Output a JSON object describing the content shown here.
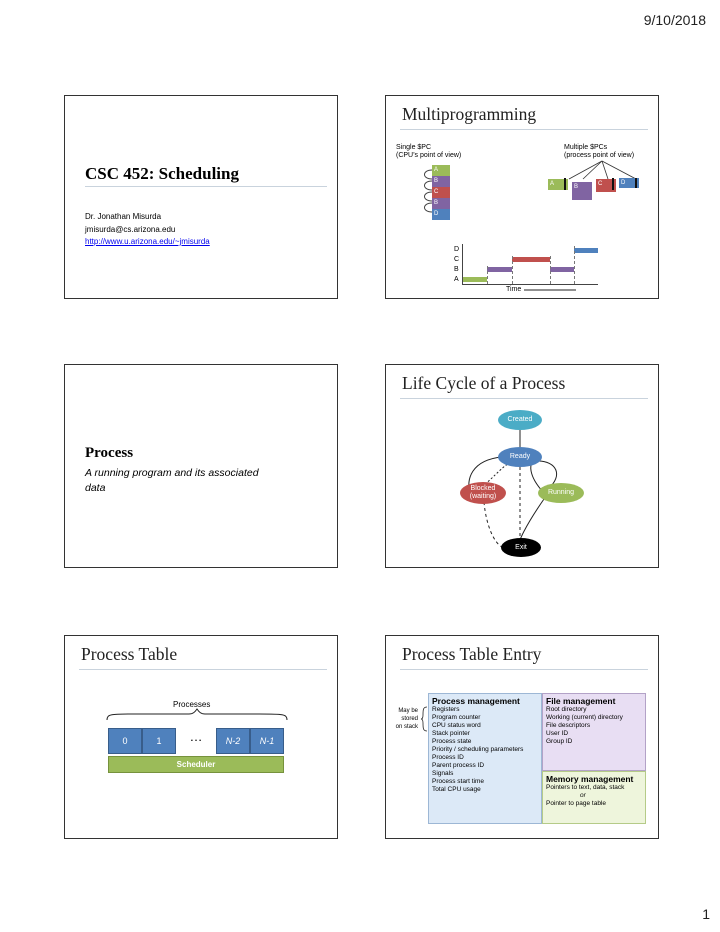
{
  "header": {
    "date": "9/10/2018"
  },
  "footer": {
    "page_number": "1"
  },
  "slide1": {
    "title": "CSC 452: Scheduling",
    "author": "Dr. Jonathan Misurda",
    "email": "jmisurda@cs.arizona.edu",
    "url": "http://www.u.arizona.edu/~jmisurda"
  },
  "slide2": {
    "title": "Multiprogramming",
    "single_pc_line1": "Single $PC",
    "single_pc_line2": "(CPU’s point of view)",
    "multi_pc_line1": "Multiple $PCs",
    "multi_pc_line2": "(process point of view)",
    "stack_blocks": [
      "A",
      "B",
      "C",
      "B",
      "D"
    ],
    "process_blocks": [
      "A",
      "B",
      "C",
      "D"
    ],
    "timeline_labels": [
      "D",
      "C",
      "B",
      "A"
    ],
    "time_label": "Time",
    "colors": {
      "A": "#9bbb59",
      "B": "#8064a2",
      "C": "#c0504d",
      "D": "#4f81bd"
    }
  },
  "slide3": {
    "heading": "Process",
    "desc_line1": "A running program and its associated",
    "desc_line2": "data"
  },
  "slide4": {
    "title": "Life Cycle of a Process",
    "states": {
      "created": "Created",
      "ready": "Ready",
      "blocked_line1": "Blocked",
      "blocked_line2": "(waiting)",
      "running": "Running",
      "exit": "Exit"
    }
  },
  "slide5": {
    "title": "Process Table",
    "processes_label": "Processes",
    "cells": [
      "0",
      "1",
      "…",
      "N-2",
      "N-1"
    ],
    "scheduler_label": "Scheduler"
  },
  "slide6": {
    "title": "Process Table Entry",
    "may_be_line1": "May be",
    "may_be_line2": "stored",
    "may_be_line3": "on stack",
    "process_mgmt_title": "Process management",
    "process_mgmt_items": [
      "Registers",
      "Program counter",
      "CPU status word",
      "Stack pointer",
      "Process state",
      "Priority / scheduling parameters",
      "Process ID",
      "Parent process ID",
      "Signals",
      "Process start time",
      "Total CPU usage"
    ],
    "file_mgmt_title": "File management",
    "file_mgmt_items": [
      "Root directory",
      "Working (current) directory",
      "File descriptors",
      "User ID",
      "Group ID"
    ],
    "memory_mgmt_title": "Memory management",
    "memory_mgmt_items": [
      "Pointers to text, data, stack",
      "or",
      "Pointer to page table"
    ]
  }
}
